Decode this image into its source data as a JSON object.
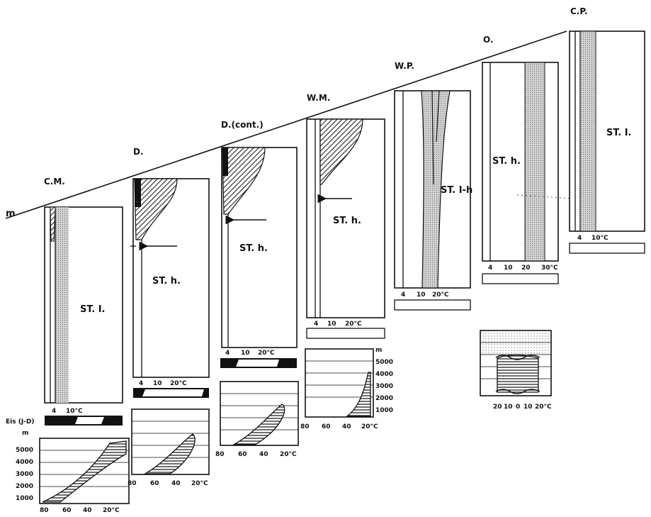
{
  "axis_unit": "m",
  "zone_codes": [
    "C.M.",
    "D.",
    "D.(cont.)",
    "W.M.",
    "W.P.",
    "O.",
    "C.P."
  ],
  "stratification_labels": {
    "cm": "ST. I.",
    "d": "ST. h.",
    "dc": "ST. h.",
    "wm": "ST. h.",
    "wp": "ST. I-h",
    "o": "ST. h.",
    "cp": "ST. I."
  },
  "temperature_ticks": {
    "cm": [
      "4",
      "10°C"
    ],
    "d": [
      "4",
      "10",
      "20°C"
    ],
    "dc": [
      "4",
      "10",
      "20°C"
    ],
    "wm": [
      "4",
      "10",
      "20°C"
    ],
    "wp": [
      "4",
      "10",
      "20°C"
    ],
    "o": [
      "4",
      "10",
      "20",
      "30°C"
    ],
    "cp": [
      "4",
      "10°C"
    ]
  },
  "ice_label": "Eis (J-D)",
  "altitude_axis": {
    "unit": "m",
    "ticks": [
      "5000",
      "4000",
      "3000",
      "2000",
      "1000"
    ]
  },
  "latitude_ticks": [
    "80",
    "60",
    "40",
    "20°C"
  ],
  "tropical_ticks": [
    "20",
    "10",
    "0",
    "10",
    "20°C"
  ]
}
